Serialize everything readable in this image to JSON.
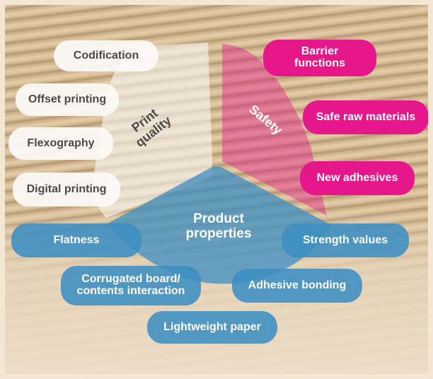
{
  "diagram": {
    "segments": {
      "print_quality": {
        "label_line1": "Print",
        "label_line2": "quality",
        "color": "#f8f5f0"
      },
      "safety": {
        "label": "Safety",
        "color": "#e5178b"
      },
      "product_properties": {
        "label_line1": "Product",
        "label_line2": "properties",
        "color": "#3b8ec3"
      }
    },
    "print_quality_items": [
      "Codification",
      "Offset printing",
      "Flexography",
      "Digital printing"
    ],
    "safety_items": {
      "barrier_line1": "Barrier",
      "barrier_line2": "functions",
      "raw_materials": "Safe raw materials",
      "adhesives": "New adhesives"
    },
    "product_items": {
      "flatness": "Flatness",
      "strength": "Strength values",
      "interaction_line1": "Corrugated board/",
      "interaction_line2": "contents interaction",
      "bonding": "Adhesive bonding",
      "paper": "Lightweight paper"
    }
  }
}
